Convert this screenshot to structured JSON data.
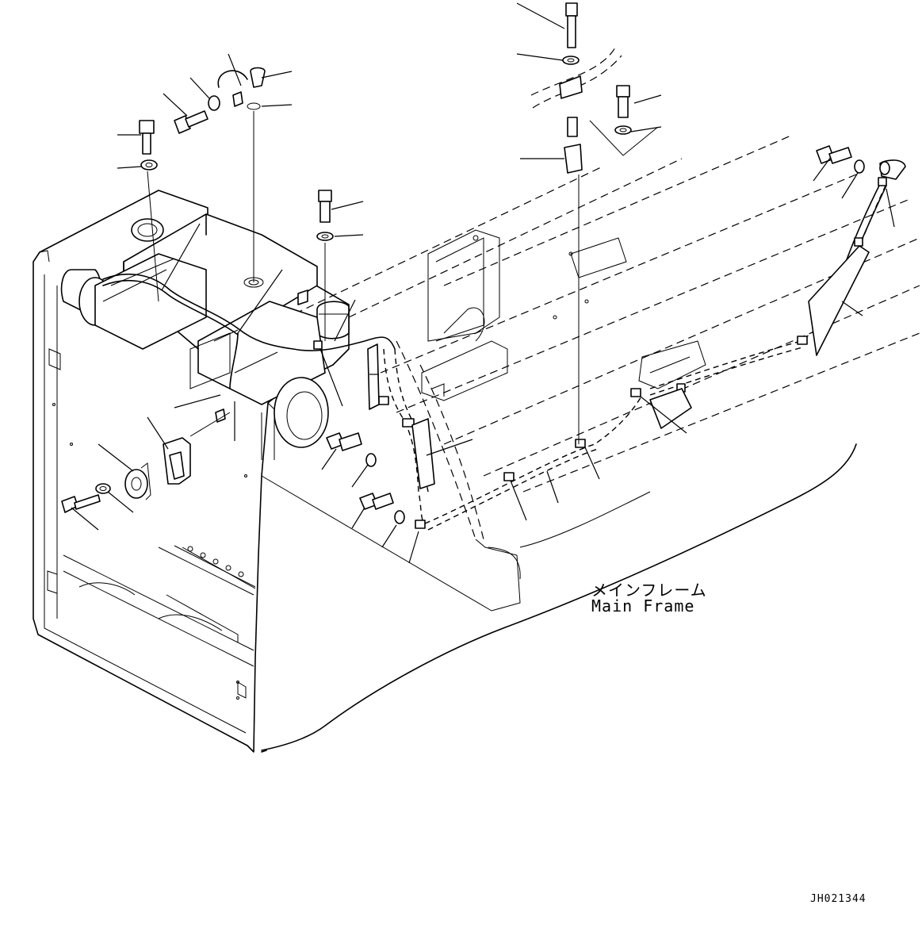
{
  "diagram": {
    "component_label_jp": "メインフレーム",
    "component_label_en": "Main Frame",
    "drawing_code": "JH021344"
  }
}
